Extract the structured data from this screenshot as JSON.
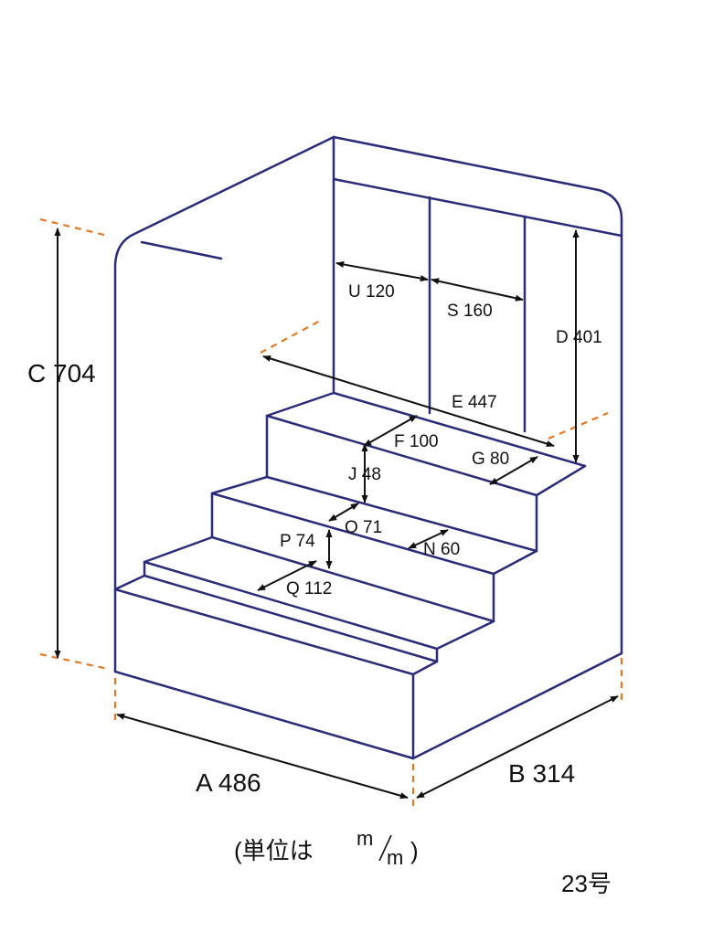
{
  "labels": {
    "a": "A 486",
    "b": "B 314",
    "c": "C 704",
    "d": "D 401",
    "e": "E 447",
    "f": "F 100",
    "g": "G 80",
    "j": "J 48",
    "o": "O 71",
    "p": "P 74",
    "n": "N 60",
    "q": "Q 112",
    "u": "U 120",
    "s": "S 160"
  },
  "units": {
    "open": "(単位は",
    "m_top": "m",
    "m_bottom": "m",
    "close": ")"
  },
  "model_number": "23号",
  "colors": {
    "outline": "#2b2b78",
    "guide": "#e07a28",
    "dimension": "#111111"
  }
}
